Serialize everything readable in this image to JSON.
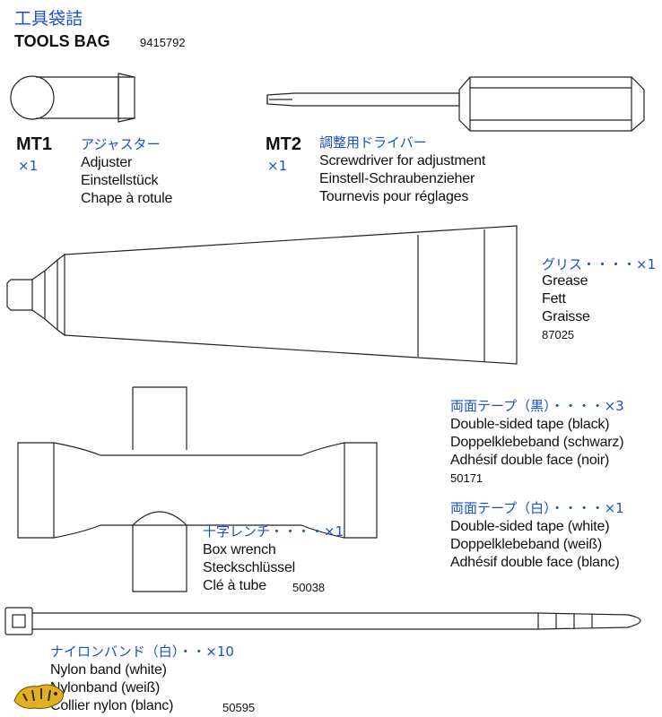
{
  "header": {
    "title_jp": "工具袋詰",
    "title_en": "TOOLS BAG",
    "code": "9415792"
  },
  "colors": {
    "jp_text": "#1a4fd0",
    "line": "#222222"
  },
  "mt1": {
    "label": "MT1",
    "qty": "×1",
    "jp": "アジャスター",
    "lines": [
      "Adjuster",
      "Einstellstück",
      "Chape à rotule"
    ]
  },
  "mt2": {
    "label": "MT2",
    "qty": "×1",
    "jp": "調整用ドライバー",
    "lines": [
      "Screwdriver for adjustment",
      "Einstell-Schraubenzieher",
      "Tournevis pour réglages"
    ]
  },
  "grease": {
    "jp": "グリス・・・・×1",
    "lines": [
      "Grease",
      "Fett",
      "Graisse"
    ],
    "code": "87025"
  },
  "tape_black": {
    "jp": "両面テープ（黒）・・・・×3",
    "lines": [
      "Double-sided tape (black)",
      "Doppelklebeband (schwarz)",
      "Adhésif double face (noir)"
    ],
    "code": "50171"
  },
  "tape_white": {
    "jp": "両面テープ（白）・・・・×1",
    "lines": [
      "Double-sided tape (white)",
      "Doppelklebeband (weiß)",
      "Adhésif double face (blanc)"
    ]
  },
  "wrench": {
    "jp": "十字レンチ・・・・×1",
    "lines": [
      "Box wrench",
      "Steckschlüssel",
      "Clé à tube"
    ],
    "code": "50038"
  },
  "nylon": {
    "jp": "ナイロンバンド（白）・・×10",
    "lines": [
      "Nylon band (white)",
      "Nylonband (weiß)",
      "Collier nylon (blanc)"
    ],
    "code": "50595"
  }
}
